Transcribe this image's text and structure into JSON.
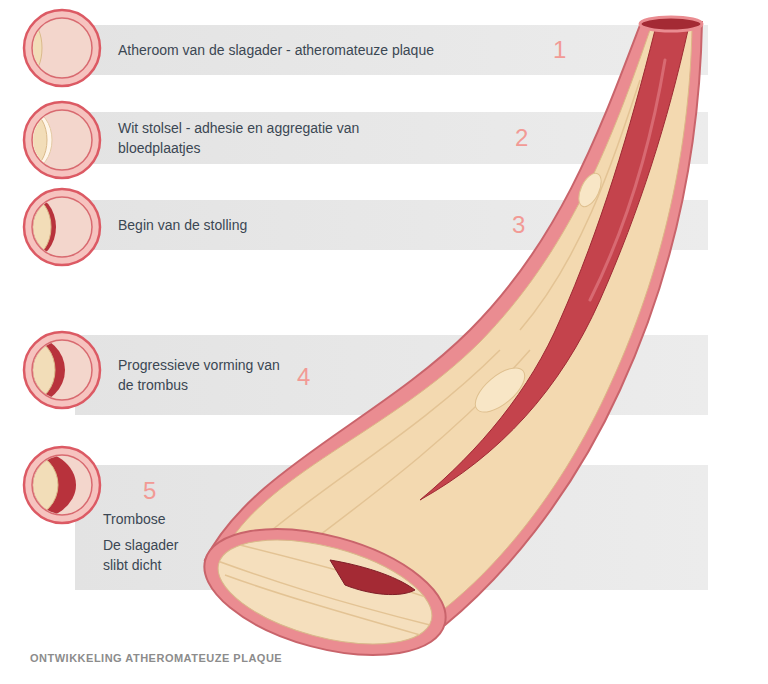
{
  "diagram": {
    "caption": "ONTWIKKELING ATHEROMATEUZE PLAQUE",
    "nodes": [
      {
        "text": [
          "Atheroom van de slagader - atheromateuze plaque",
          "1"
        ]
      },
      {
        "text": [
          "Wit stolsel - adhesie en aggregatie van bloedplaatjes",
          "2"
        ]
      },
      {
        "text": [
          "Begin van de stolling",
          "3"
        ]
      },
      {
        "text": [
          "Progressieve vorming van de trombus",
          "4"
        ]
      },
      {
        "text": [
          "5",
          "Trombose",
          "De slagader slibt dicht"
        ]
      }
    ]
  }
}
